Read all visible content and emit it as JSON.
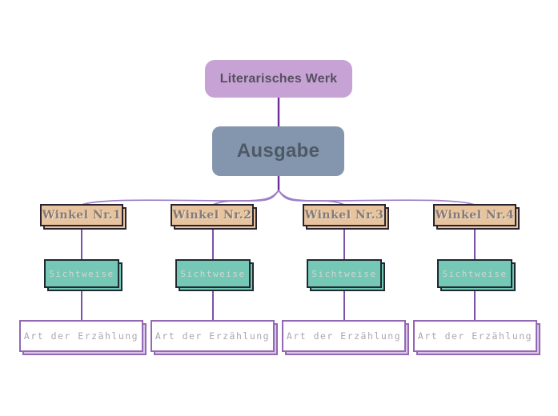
{
  "mindmap": {
    "root": {
      "label": "Literarisches Werk",
      "fill": "#c6a3d4",
      "text_color": "#574f60"
    },
    "edition": {
      "label": "Ausgabe",
      "fill": "#8496ae",
      "text_color": "#4e5966"
    },
    "branches": [
      {
        "angle_label": "Winkel Nr.1",
        "view_label": "Sichtweise",
        "narration_label": "Art der Erzählung"
      },
      {
        "angle_label": "Winkel Nr.2",
        "view_label": "Sichtweise",
        "narration_label": "Art der Erzählung"
      },
      {
        "angle_label": "Winkel Nr.3",
        "view_label": "Sichtweise",
        "narration_label": "Art der Erzählung"
      },
      {
        "angle_label": "Winkel Nr.4",
        "view_label": "Sichtweise",
        "narration_label": "Art der Erzählung"
      }
    ],
    "styles": {
      "angle_fill": "#e7c49e",
      "angle_border": "#2b2430",
      "view_fill": "#74c8b5",
      "view_border": "#1e2a30",
      "narration_fill": "#ffffff",
      "narration_border": "#9468b4",
      "connector_dark": "#6a2d9b",
      "connector_light": "#9d7fc8",
      "connector_mid": "#7c52a8",
      "canvas_background": "#ffffff"
    }
  }
}
